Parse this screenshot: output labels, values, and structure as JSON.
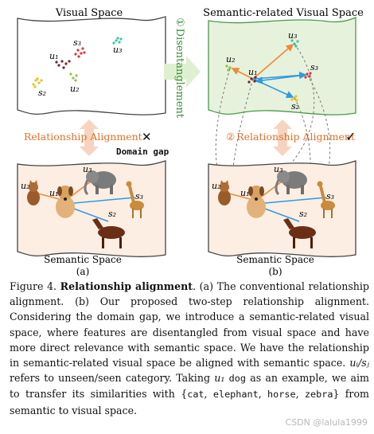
{
  "figure": {
    "panels": {
      "visual_space": "Visual Space",
      "semantic_visual_space": "Semantic-related Visual Space",
      "semantic_space_left": "Semantic Space",
      "semantic_space_right": "Semantic Space"
    },
    "sublabels": {
      "a": "(a)",
      "b": "(b)"
    },
    "disentanglement": {
      "step": "①",
      "label": "Disentanglement"
    },
    "relationship_alignment_left": "Relationship Alignment",
    "relationship_alignment_right": {
      "step": "②",
      "label": "Relationship Alignment"
    },
    "domain_gap": "Domain gap",
    "cross_mark": "✕",
    "check_mark": "✓",
    "points": {
      "u1": "u₁",
      "u2": "u₂",
      "u3": "u₃",
      "s2": "s₂",
      "s3": "s₃"
    },
    "colors": {
      "orange": "#f0883a",
      "blue": "#2f9be0",
      "green_panel": "#e7f2dd",
      "peach_panel": "#fdeee3",
      "arrow_fill": "#f7d4bf"
    }
  },
  "caption": {
    "fig_label": "Figure 4.",
    "title": "Relationship alignment",
    "body_1": ". (a) The conventional relationship alignment. (b) Our proposed two-step relationship alignment. Considering the domain gap, we introduce a semantic-related visual space, where features are disentangled from visual space and have more direct relevance with semantic space. We have the relationship in semantic-related visual space be aligned with semantic space. ",
    "notation": "uᵢ/sⱼ",
    "body_2": " refers to unseen/seen category. Taking ",
    "u1": "u₁",
    "dog": "dog",
    "body_3": " as an example, we aim to transfer its similarities with {",
    "cat": "cat",
    "comma1": ", ",
    "elephant": "elephant",
    "comma2": ", ",
    "horse": "horse",
    "comma3": ", ",
    "zebra": "zebra",
    "body_4": "} from semantic to visual space."
  },
  "watermark": "CSDN @lalula1999"
}
